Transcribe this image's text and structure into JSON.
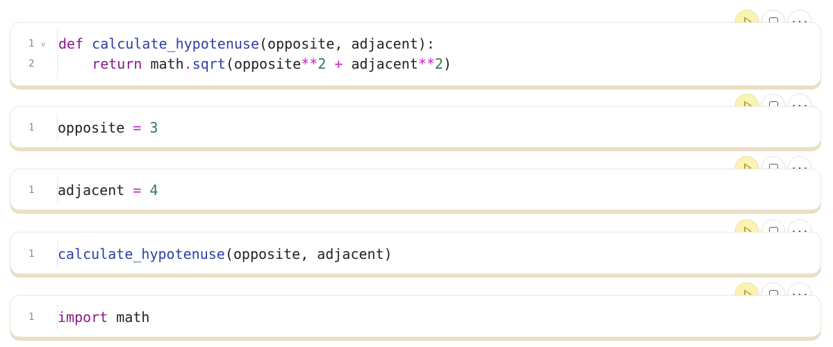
{
  "cells": [
    {
      "lines": [
        {
          "no": "1",
          "fold": "v"
        },
        {
          "no": "2",
          "fold": ""
        }
      ],
      "tokens": {
        "def": "def",
        "fname": "calculate_hypotenuse",
        "params": "(opposite, adjacent):",
        "indent": "    ",
        "return": "return",
        "math": " math",
        "dot": ".",
        "sqrt": "sqrt",
        "open": "(opposite",
        "pow1": "**",
        "two1": "2",
        "plus": " + ",
        "adj": "adjacent",
        "pow2": "**",
        "two2": "2",
        "close": ")"
      }
    },
    {
      "lines": [
        {
          "no": "1"
        }
      ],
      "tokens": {
        "var": "opposite ",
        "eq": "=",
        "val": " 3"
      }
    },
    {
      "lines": [
        {
          "no": "1"
        }
      ],
      "tokens": {
        "var": "adjacent ",
        "eq": "=",
        "val": " 4"
      }
    },
    {
      "lines": [
        {
          "no": "1"
        }
      ],
      "tokens": {
        "fname": "calculate_hypotenuse",
        "args": "(opposite, adjacent)"
      }
    },
    {
      "lines": [
        {
          "no": "1"
        }
      ],
      "tokens": {
        "kw": "import",
        "mod": " math"
      }
    }
  ],
  "toolbar": {
    "run_icon": "play-icon",
    "stop_icon": "stop-square-icon",
    "more_label": "..."
  },
  "colors": {
    "keyword": "#8a1a8a",
    "function": "#2d3fa6",
    "operator": "#c226c2",
    "number": "#2f7a4c",
    "run_button": "#fbf3b3",
    "cell_shadow": "#e9dfc6"
  }
}
